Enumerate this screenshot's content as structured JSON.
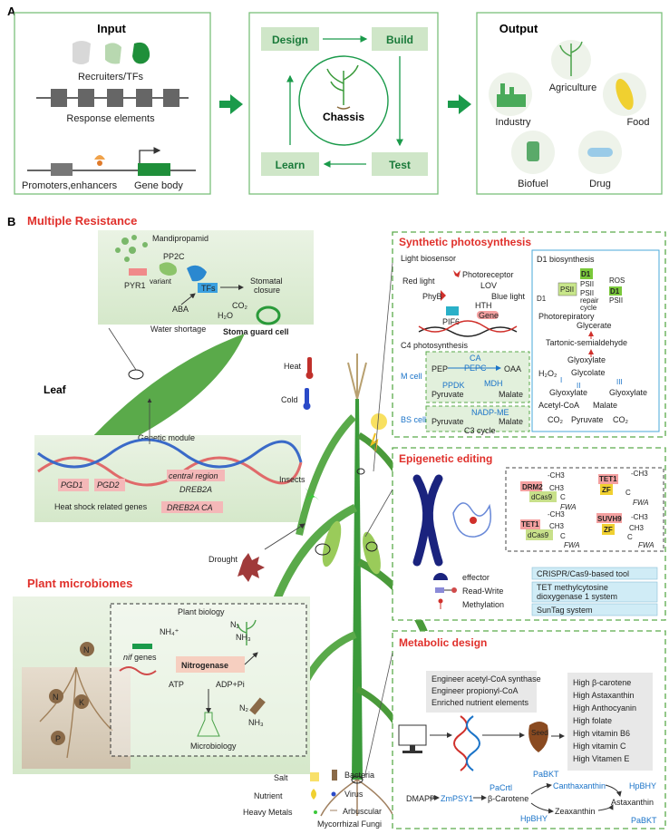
{
  "panelA": {
    "letter": "A",
    "input": {
      "title": "Input",
      "recruiters": "Recruiters/TFs",
      "response": "Response elements",
      "promoters": "Promoters,enhancers",
      "genebody": "Gene body"
    },
    "cycle": {
      "design": "Design",
      "build": "Build",
      "chassis": "Chassis",
      "learn": "Learn",
      "test": "Test"
    },
    "output": {
      "title": "Output",
      "agriculture": "Agriculture",
      "industry": "Industry",
      "food": "Food",
      "biofuel": "Biofuel",
      "drug": "Drug"
    }
  },
  "panelB": {
    "letter": "B",
    "resistance": {
      "title": "Multiple Resistance",
      "mandipropamid": "Mandipropamid",
      "pp2c": "PP2C",
      "pyr1": "PYR1",
      "variant": "variant",
      "tfs": "TFs",
      "stomatal": "Stomatal",
      "closure": "closure",
      "co2": "CO₂",
      "h2o": "H₂O",
      "aba": "ABA",
      "water": "Water shortage",
      "guard": "Stoma guard cell",
      "leaf": "Leaf",
      "genetic": "Genetic module",
      "pgd1": "PGD1",
      "pgd2": "PGD2",
      "central": "central region",
      "dreb2a": "DREB2A",
      "dreb2aca": "DREB2A CA",
      "heatshock": "Heat shock related genes"
    },
    "stresses": {
      "heat": "Heat",
      "cold": "Cold",
      "insects": "Insects",
      "drought": "Drought"
    },
    "microbiome": {
      "title": "Plant microbiomes",
      "plantbio": "Plant biology",
      "nif": "nif",
      "genes": " genes",
      "nh4": "NH₄⁺",
      "n2": "N₂",
      "nh3": "NH₃",
      "nitrogenase": "Nitrogenase",
      "atp": "ATP",
      "adp": "ADP+Pi",
      "microbio": "Microbiology",
      "n": "N",
      "k": "K",
      "p": "P"
    },
    "legend": {
      "salt": "Salt",
      "nutrient": "Nutrient",
      "metals": "Heavy Metals",
      "bacteria": "Bacteria",
      "virus": "Virus",
      "amf1": "Arbuscular",
      "amf2": "Mycorrhizal Fungi"
    },
    "photosynthesis": {
      "title": "Synthetic photosynthesis",
      "biosensor": "Light biosensor",
      "redlight": "Red light",
      "photoreceptor": "Photoreceptor",
      "lov": "LOV",
      "phyb": "PhyB",
      "hth": "HTH",
      "bluelight": "Blue light",
      "pif6": "PIF6",
      "gene": "Gene",
      "c4": "C4 photosynthesis",
      "mcell": "M cell",
      "bscell": "BS cell",
      "ca": "CA",
      "pepc": "PEPC",
      "pep": "PEP",
      "oaa": "OAA",
      "ppdk": "PPDK",
      "mdh": "MDH",
      "pyruvate": "Pyruvate",
      "malate": "Malate",
      "nadpme": "NADP-ME",
      "c3": "C3 cycle",
      "d1bio": "D1 biosynthesis",
      "d1": "D1",
      "psii": "PSII",
      "repair": "repair",
      "cycle": "cycle",
      "ros": "ROS",
      "photoresp": "Photorepiratory",
      "glycerate": "Glycerate",
      "tartonic": "Tartonic-semialdehyde",
      "glyoxylate": "Glyoxylate",
      "h2o2": "H₂O₂",
      "glycolate": "Glycolate",
      "acetyl": "Acetyl-CoA",
      "co2": "CO₂",
      "i": "I",
      "ii": "II",
      "iii": "III"
    },
    "epigenetic": {
      "title": "Epigenetic editing",
      "ch3": "-CH3",
      "ch3b": "CH3",
      "c": "C",
      "fwa": "FWA",
      "drm2": "DRM2",
      "dcas9": "dCas9",
      "tet1": "TET1",
      "zf": "ZF",
      "suvh9": "SUVH9",
      "effector": "effector",
      "readwrite": "Read-Write",
      "methylation": "Methylation",
      "tool1": "CRISPR/Cas9-based tool",
      "tool2a": "TET methylcytosine",
      "tool2b": "dioxygenase 1 system",
      "tool3": "SunTag system"
    },
    "metabolic": {
      "title": "Metabolic design",
      "e1": "Engineer acetyl-CoA synthase",
      "e2": "Engineer propionyl-CoA",
      "e3": "Enriched nutrient elements",
      "seed": "Seed",
      "high": [
        "High β-carotene",
        "High Astaxanthin",
        "High Anthocyanin",
        "High folate",
        "High vitamin B6",
        "High vitamin C",
        "High Vitamen E"
      ],
      "dmapp": "DMAPP",
      "zmpsy1": "ZmPSY1",
      "pacrtl": "PaCrtl",
      "bcarotene": "β-Carotene",
      "pabkt": "PaBKT",
      "canthaxanthin": "Canthaxanthin",
      "hpbhy": "HpBHY",
      "astaxanthin": "Astaxanthin",
      "zeaxanthin": "Zeaxanthin"
    }
  }
}
